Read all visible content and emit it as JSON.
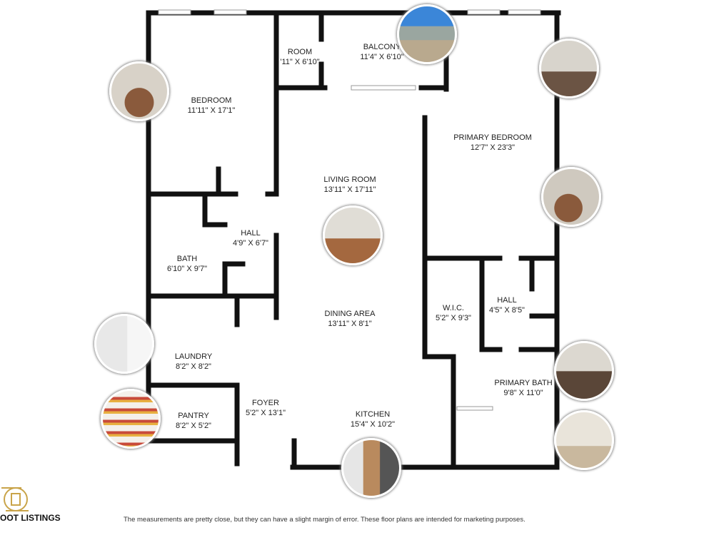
{
  "rooms": [
    {
      "name": "BEDROOM",
      "dims": "11'11\" X 17'1\""
    },
    {
      "name": "ROOM",
      "dims": "'11\" X 6'10\""
    },
    {
      "name": "BALCONY",
      "dims": "11'4\" X 6'10\""
    },
    {
      "name": "PRIMARY BEDROOM",
      "dims": "12'7\" X 23'3\""
    },
    {
      "name": "LIVING ROOM",
      "dims": "13'11\" X 17'11\""
    },
    {
      "name": "HALL",
      "dims": "4'9\" X 6'7\""
    },
    {
      "name": "BATH",
      "dims": "6'10\" X 9'7\""
    },
    {
      "name": "W.I.C.",
      "dims": "5'2\" X 9'3\""
    },
    {
      "name": "HALL",
      "dims": "4'5\" X 8'5\""
    },
    {
      "name": "DINING AREA",
      "dims": "13'11\" X 8'1\""
    },
    {
      "name": "LAUNDRY",
      "dims": "8'2\" X 8'2\""
    },
    {
      "name": "PRIMARY BATH",
      "dims": "9'8\" X 11'0\""
    },
    {
      "name": "FOYER",
      "dims": "5'2\" X 13'1\""
    },
    {
      "name": "PANTRY",
      "dims": "8'2\" X 5'2\""
    },
    {
      "name": "KITCHEN",
      "dims": "15'4\" X 10'2\""
    }
  ],
  "footer": "The measurements are pretty close, but they can have a slight margin of error. These floor plans are intended for marketing purposes.",
  "logo_text": "OOT LISTINGS",
  "colors": {
    "wall": "#111111",
    "gold": "#c9a44a"
  }
}
